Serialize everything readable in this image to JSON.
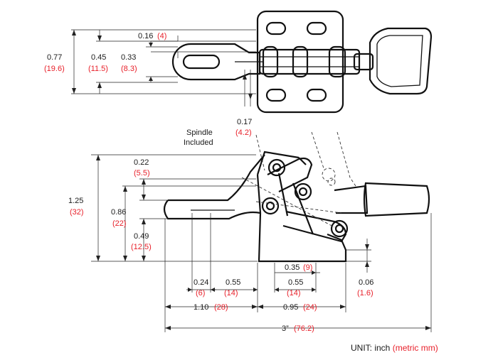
{
  "top_view": {
    "d077": {
      "inch": "0.77",
      "mm": "(19.6)"
    },
    "d045": {
      "inch": "0.45",
      "mm": "(11.5)"
    },
    "d033": {
      "inch": "0.33",
      "mm": "(8.3)"
    },
    "d016": {
      "inch": "0.16",
      "mm": "(4)"
    },
    "d017": {
      "inch": "0.17",
      "mm": "(4.2)"
    }
  },
  "note": {
    "line1": "Spindle",
    "line2": "Included"
  },
  "side_view": {
    "d125": {
      "inch": "1.25",
      "mm": "(32)"
    },
    "d022": {
      "inch": "0.22",
      "mm": "(5.5)"
    },
    "d086": {
      "inch": "0.86",
      "mm": "(22)"
    },
    "d049": {
      "inch": "0.49",
      "mm": "(12.5)"
    },
    "d035": {
      "inch": "0.35",
      "mm": "(9)"
    },
    "d055b": {
      "inch": "0.55",
      "mm": "(14)"
    },
    "d024": {
      "inch": "0.24",
      "mm": "(6)"
    },
    "d055a": {
      "inch": "0.55",
      "mm": "(14)"
    },
    "d006": {
      "inch": "0.06",
      "mm": "(1.6)"
    },
    "d110": {
      "inch": "1.10",
      "mm": "(28)"
    },
    "d095": {
      "inch": "0.95",
      "mm": "(24)"
    },
    "d3": {
      "inch": "3”",
      "mm": "(76.2)"
    }
  },
  "unit_label": {
    "prefix": "UNIT: inch",
    "metric": "(metric mm)"
  },
  "colors": {
    "ink": "#1a1a1a",
    "metric": "#e8202a"
  }
}
